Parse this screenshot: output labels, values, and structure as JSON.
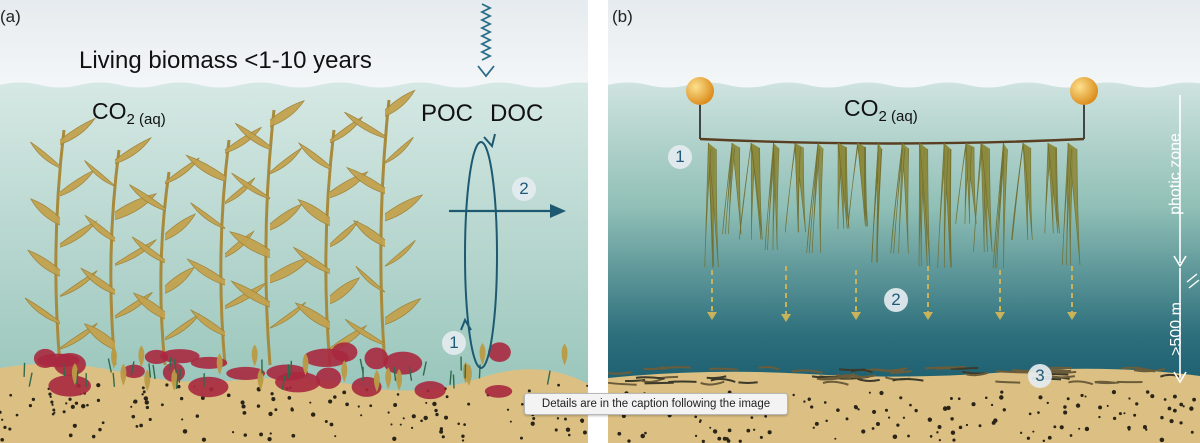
{
  "panel_a": {
    "label": "(a)",
    "title": "Living biomass <1-10 years",
    "co2_main": "CO",
    "co2_sub": "2 (aq)",
    "poc": "POC",
    "doc": "DOC",
    "marker_1": "1",
    "marker_2": "2"
  },
  "panel_b": {
    "label": "(b)",
    "co2_main": "CO",
    "co2_sub": "2 (aq)",
    "marker_1": "1",
    "marker_2": "2",
    "marker_3": "3",
    "photic_zone": "photic zone",
    "depth": ">500 m"
  },
  "tooltip": "Details are in the caption following the image",
  "colors": {
    "sky": "#e9eef2",
    "water_top": "#cfe3df",
    "water_bottom_a": "#92c2b6",
    "deep_water": "#0c4d63",
    "sand": "#dcc083",
    "kelp": "#c2a24e",
    "arrow": "#1d5a72",
    "float": "#e9a531",
    "red_algae": "#a8283f"
  }
}
